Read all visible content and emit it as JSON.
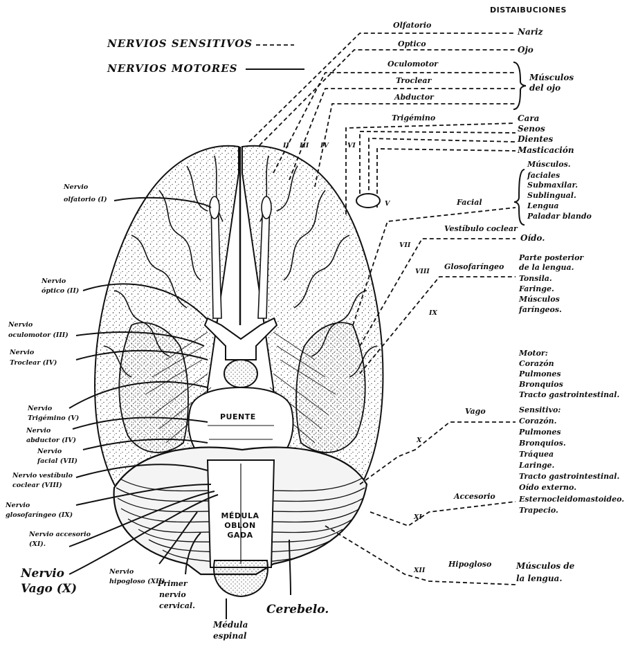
{
  "header": {
    "title": "DISTAIBUCIONES"
  },
  "legend": {
    "sensory": "NERVIOS SENSITIVOS",
    "motor": "NERVIOS MOTORES"
  },
  "nerves": {
    "olfatorio": "Olfatorio",
    "optico": "Optico",
    "oculomotor": "Oculomotor",
    "troclear": "Troclear",
    "abductor": "Abductor",
    "trigemino": "Trigémino",
    "facial": "Facial",
    "vestibulo_coclear": "Vestíbulo coclear",
    "glosofaringeo": "Glosofaríngeo",
    "vago": "Vago",
    "accesorio": "Accesorio",
    "hipogloso": "Hipogloso"
  },
  "roman": {
    "ii": "II",
    "iii": "III",
    "iv": "IV",
    "vi": "VI",
    "v": "V",
    "vii": "VII",
    "viii": "VIII",
    "ix": "IX",
    "x": "X",
    "xi": "XI",
    "xii": "XII"
  },
  "distributions": {
    "nariz": "Nariz",
    "ojo": "Ojo",
    "musculos_ojo": [
      "Músculos",
      "del ojo"
    ],
    "cara": "Cara",
    "senos": "Senos",
    "dientes": "Dientes",
    "masticacion": "Masticación",
    "facial_list": [
      "Músculos.",
      "faciales",
      "Submaxilar.",
      "Sublingual.",
      "Lengua",
      "Paladar blando"
    ],
    "oido": "Oído.",
    "glosso_list": [
      "Parte posterior",
      "de la lengua.",
      "Tonsila.",
      "Faringe.",
      "Músculos",
      "faríngeos."
    ],
    "vago_list": [
      "Motor:",
      "Corazón",
      "Pulmones",
      "Bronquios",
      "Tracto gastrointestinal.",
      "Sensitivo:",
      "Corazón.",
      "Pulmones",
      "Bronquios.",
      "Tráquea",
      "Laringe.",
      "Tracto gastrointestinal.",
      "Oído externo."
    ],
    "accesorio_list": [
      "Esternocleidomastoideo.",
      "Trapecio."
    ],
    "hipogloso_list": [
      "Músculos de",
      "la lengua."
    ]
  },
  "left_labels": {
    "olfatorio": [
      "Nervio",
      "olfatorio (I)"
    ],
    "optico": [
      "Nervio",
      "óptico (II)"
    ],
    "oculomotor": [
      "Nervio",
      "oculomotor (III)"
    ],
    "troclear": [
      "Nervio",
      "Troclear (IV)"
    ],
    "trigemino": [
      "Nervio",
      "Trigémino (V)"
    ],
    "abductor": [
      "Nervio",
      "abductor (IV)"
    ],
    "facial": [
      "Nervio",
      "facial (VII)"
    ],
    "vestibulo": [
      "Nervio vestíbulo",
      "coclear (VIII)"
    ],
    "glosofaringeo": [
      "Nervio",
      "glosofaríngeo (IX)"
    ],
    "accesorio": [
      "Nervio accesorio",
      "(XI)."
    ],
    "vago": [
      "Nervio",
      "Vago (X)"
    ]
  },
  "bottom_labels": {
    "hipogloso": [
      "Nervio",
      "hipogloso (XII)"
    ],
    "primer": [
      "Primer",
      "nervio",
      "cervical."
    ],
    "medula_espinal": [
      "Médula",
      "espinal"
    ],
    "cerebelo": "Cerebelo."
  },
  "brain_labels": {
    "puente": "PUENTE",
    "medula_oblongada": [
      "MÉDULA",
      "OBLON",
      "GADA"
    ]
  }
}
